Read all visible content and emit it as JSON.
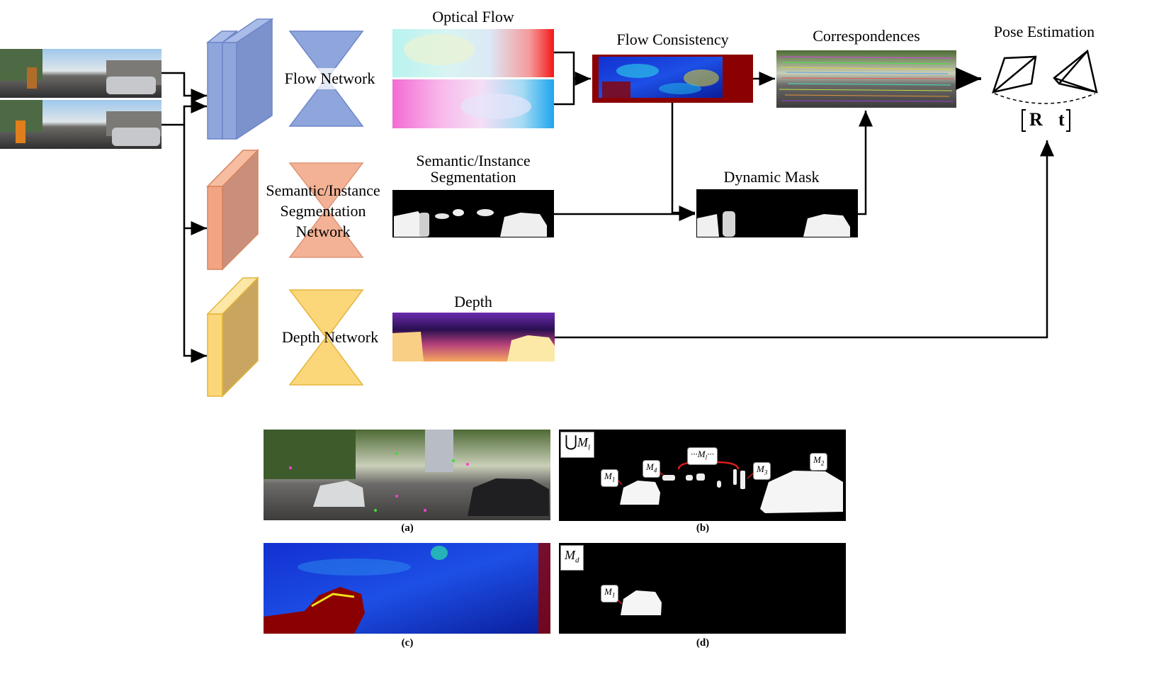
{
  "labels": {
    "optical_flow": "Optical Flow",
    "flow_consistency": "Flow Consistency",
    "correspondences": "Correspondences",
    "pose_estimation": "Pose Estimation",
    "flow_network": "Flow Network",
    "seg_output_line1": "Semantic/Instance",
    "seg_output_line2": "Segmentation",
    "seg_net_line1": "Semantic/Instance",
    "seg_net_line2": "Segmentation",
    "seg_net_line3": "Network",
    "dynamic_mask": "Dynamic Mask",
    "depth": "Depth",
    "depth_network": "Depth Network",
    "rotation": "R",
    "translation": "t"
  },
  "captions": {
    "a": "(a)",
    "b": "(b)",
    "c": "(c)",
    "d": "(d)"
  },
  "mask_tags": {
    "union": "M",
    "union_sub": "l",
    "m1": "M",
    "m1_sub": "1",
    "m2": "M",
    "m2_sub": "2",
    "m3": "M",
    "m3_sub": "3",
    "m4": "M",
    "m4_sub": "4",
    "ml": "···M",
    "ml_sub": "l",
    "ml_tail": "···",
    "md": "M",
    "md_sub": "d",
    "m1_d": "M",
    "m1_d_sub": "1"
  },
  "colors": {
    "flow_net": "#8ea6dc",
    "seg_net": "#f2a583",
    "depth_net": "#fbd77a"
  }
}
